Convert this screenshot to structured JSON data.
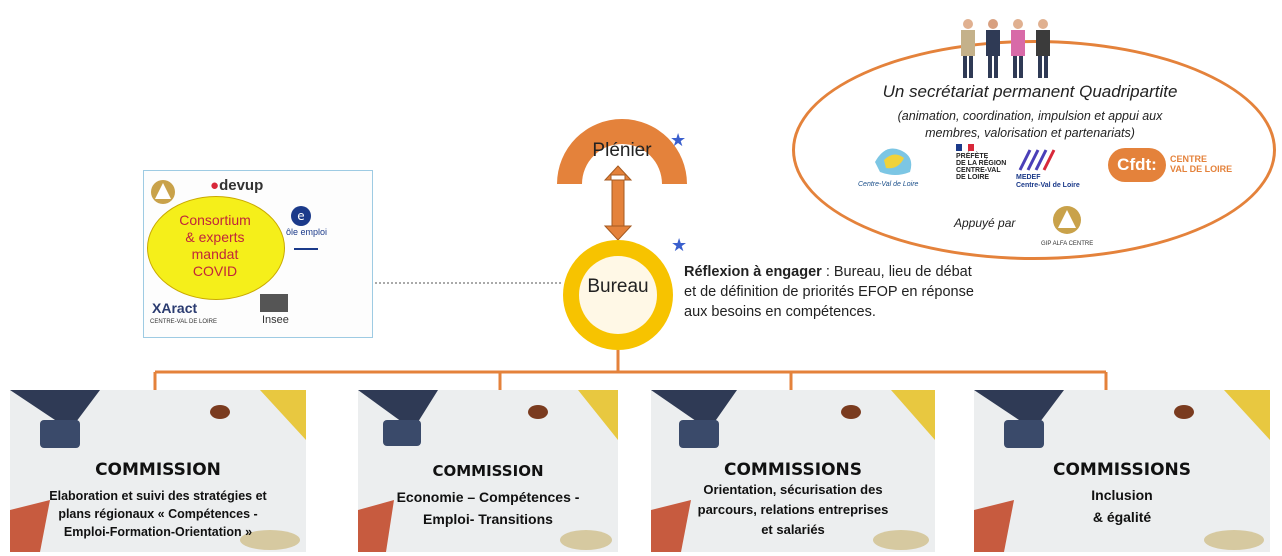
{
  "plenier": {
    "label": "Plénier"
  },
  "bureau": {
    "label": "Bureau"
  },
  "reflexion": {
    "bold": "Réflexion à engager",
    "text": " : Bureau, lieu de débat et de définition de priorités  EFOP en réponse aux besoins en compétences."
  },
  "consortium": {
    "lines": [
      "Consortium",
      "& experts",
      "mandat",
      "COVID"
    ],
    "logos": {
      "devup": "devup",
      "aracto": "Aract",
      "aract_sub": "CENTRE-VAL DE LOIRE",
      "insee": "Insee",
      "emploi": "ôle emploi"
    }
  },
  "secretariat": {
    "title": "Un secrétariat permanent Quadripartite",
    "subtitle_line1": "(animation, coordination, impulsion et appui aux",
    "subtitle_line2": "membres, valorisation et partenariats)",
    "appuye": "Appuyé par",
    "logos": {
      "region": "Centre-Val de Loire",
      "prefete_1": "PRÉFÈTE",
      "prefete_2": "DE LA RÉGION",
      "prefete_3": "CENTRE-VAL",
      "prefete_4": "DE LOIRE",
      "medef_1": "MEDEF",
      "medef_2": "Centre-Val de Loire",
      "cfdt": "Cfdt:",
      "cfdt_sub_1": "CENTRE",
      "cfdt_sub_2": "VAL DE LOIRE",
      "gip": "GIP ALFA CENTRE"
    }
  },
  "commissions": [
    {
      "title": "COMMISSION",
      "lines": [
        "Elaboration et suivi des stratégies et",
        "plans régionaux « Compétences -",
        "Emploi-Formation-Orientation »"
      ]
    },
    {
      "title": "COMMISSION",
      "lines": [
        "Economie – Compétences -",
        "Emploi- Transitions"
      ]
    },
    {
      "title": "COMMISSIONS",
      "lines": [
        "Orientation, sécurisation des",
        "parcours, relations entreprises",
        "et salariés"
      ]
    },
    {
      "title": "COMMISSIONS",
      "lines": [
        "Inclusion",
        "& égalité"
      ]
    }
  ],
  "colors": {
    "orange": "#e4823b",
    "yellow": "#f7c300",
    "star": "#3a5fcd"
  }
}
